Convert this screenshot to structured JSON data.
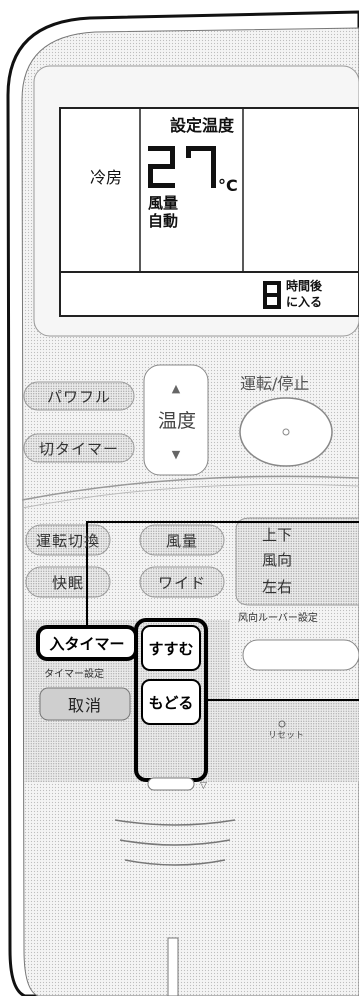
{
  "lcd": {
    "set_temp_label": "設定温度",
    "mode": "冷房",
    "temperature": "27",
    "unit": "°C",
    "fan_label": "風量",
    "fan_value": "自動",
    "timer_hours": "8",
    "timer_unit": "時間後",
    "timer_action": "に入る"
  },
  "top_buttons": {
    "powerful": "パワフル",
    "temp_label": "温度",
    "timer_off": "切タイマー",
    "run_stop": "運転/停止"
  },
  "middle_buttons": {
    "mode_switch": "運転切換",
    "fan": "風量",
    "up_down": "上下",
    "direction": "風向",
    "comfort": "快眠",
    "wide": "ワイド",
    "left_right": "左右",
    "louver_setting": "风向ルーバー設定"
  },
  "highlighted": {
    "on_timer": "入タイマー",
    "forward": "すすむ",
    "back": "もどる"
  },
  "bottom_buttons": {
    "timer_label": "タイマー設定",
    "cancel": "取消",
    "reset": "リセット"
  }
}
